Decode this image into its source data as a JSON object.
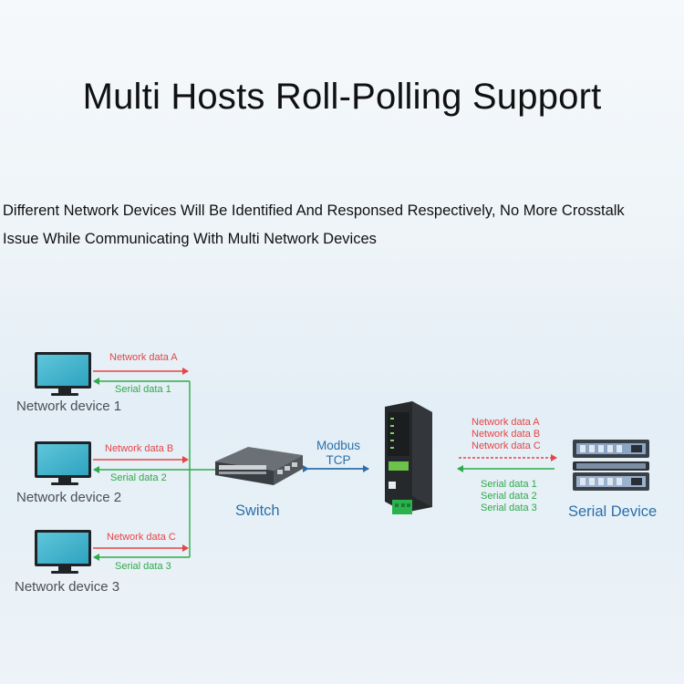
{
  "title": "Multi Hosts Roll-Polling Support",
  "subtitle": {
    "line1": "Different Network Devices Will Be Identified And Responsed Respectively, No More Crosstalk",
    "line2": "Issue While Communicating With Multi Network Devices"
  },
  "devices": [
    {
      "label": "Network device 1",
      "network": "Network data A",
      "serial": "Serial data 1"
    },
    {
      "label": "Network device 2",
      "network": "Network data B",
      "serial": "Serial data 2"
    },
    {
      "label": "Network device 3",
      "network": "Network data C",
      "serial": "Serial data 3"
    }
  ],
  "switch_label": "Switch",
  "protocol": {
    "line1": "Modbus",
    "line2": "TCP"
  },
  "right_network": [
    "Network data A",
    "Network data B",
    "Network data C"
  ],
  "right_serial": [
    "Serial data 1",
    "Serial data 2",
    "Serial data 3"
  ],
  "serial_device_label": "Serial Device",
  "colors": {
    "network": "#e64545",
    "serial": "#2eaa4a",
    "accent": "#2c6fa8"
  }
}
